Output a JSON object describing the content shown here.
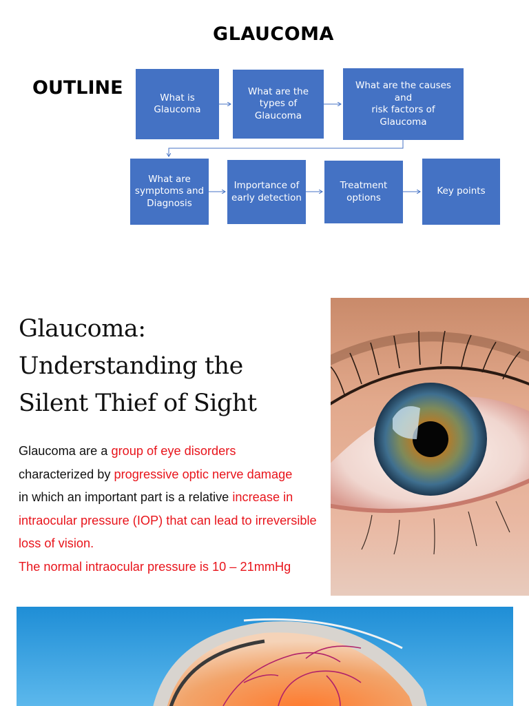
{
  "slide1": {
    "title": "GLAUCOMA",
    "outline_label": "OUTLINE",
    "steps": [
      "What is\nGlaucoma",
      "What are the\ntypes of\nGlaucoma",
      "What are the causes and\nrisk factors of Glaucoma",
      "What are\nsymptoms and\nDiagnosis",
      "Importance of\nearly detection",
      "Treatment\noptions",
      "Key points"
    ],
    "box_color": "#4472c4"
  },
  "slide2": {
    "title_line1": "Glaucoma:",
    "title_line2": "Understanding the",
    "title_line3": "Silent Thief of Sight",
    "body": {
      "p1_a": "Glaucoma are a ",
      "p1_b": "group of eye disorders",
      "p1_c": "characterized by ",
      "p1_d": "progressive optic nerve damage",
      "p1_e": "in which an important part is a relative ",
      "p1_f": "increase in intraocular pressure (IOP) that can lead to irreversible loss of vision.",
      "p2": "The normal intraocular pressure is 10 – 21mmHg"
    },
    "highlight_color": "#e8141b"
  }
}
